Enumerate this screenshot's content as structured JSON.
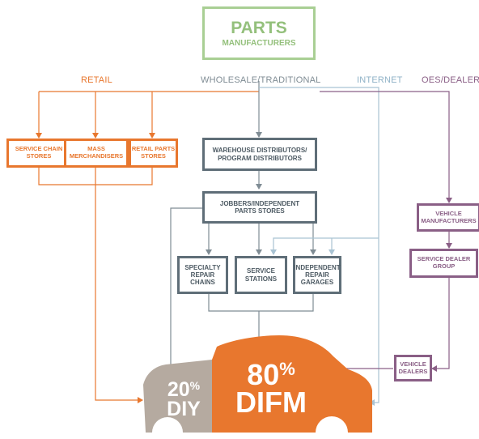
{
  "title": {
    "line1": "PARTS",
    "line2": "MANUFACTURERS"
  },
  "channels": {
    "retail": "RETAIL",
    "wholesale": "WHOLESALE/TRADITIONAL",
    "internet": "INTERNET",
    "oes": "OES/DEALER"
  },
  "boxes": {
    "service_chain": "SERVICE CHAIN\nSTORES",
    "mass_merch": "MASS\nMERCHANDISERS",
    "retail_parts": "RETAIL PARTS\nSTORES",
    "warehouse": "WAREHOUSE DISTRIBUTORS/\nPROGRAM DISTRIBUTORS",
    "jobbers": "JOBBERS/INDEPENDENT\nPARTS STORES",
    "specialty": "SPECIALTY\nREPAIR\nCHAINS",
    "service_stations": "SERVICE\nSTATIONS",
    "independent_repair": "INDEPENDENT\nREPAIR\nGARAGES",
    "vehicle_mfr": "VEHICLE\nMANUFACTURERS",
    "service_dealer": "SERVICE DEALER\nGROUP",
    "vehicle_dealers": "VEHICLE\nDEALERS"
  },
  "car": {
    "diy_pct": "20",
    "diy_pct_sign": "%",
    "diy_label": "DIY",
    "difm_pct": "80",
    "difm_pct_sign": "%",
    "difm_label": "DIFM"
  },
  "colors": {
    "orange": "#e8772e",
    "gray": "#5f6e78",
    "purple": "#8a5f86",
    "internet_blue": "#a9c3d3",
    "green": "#a9cf94",
    "diy_fill": "#b5aaa0"
  }
}
